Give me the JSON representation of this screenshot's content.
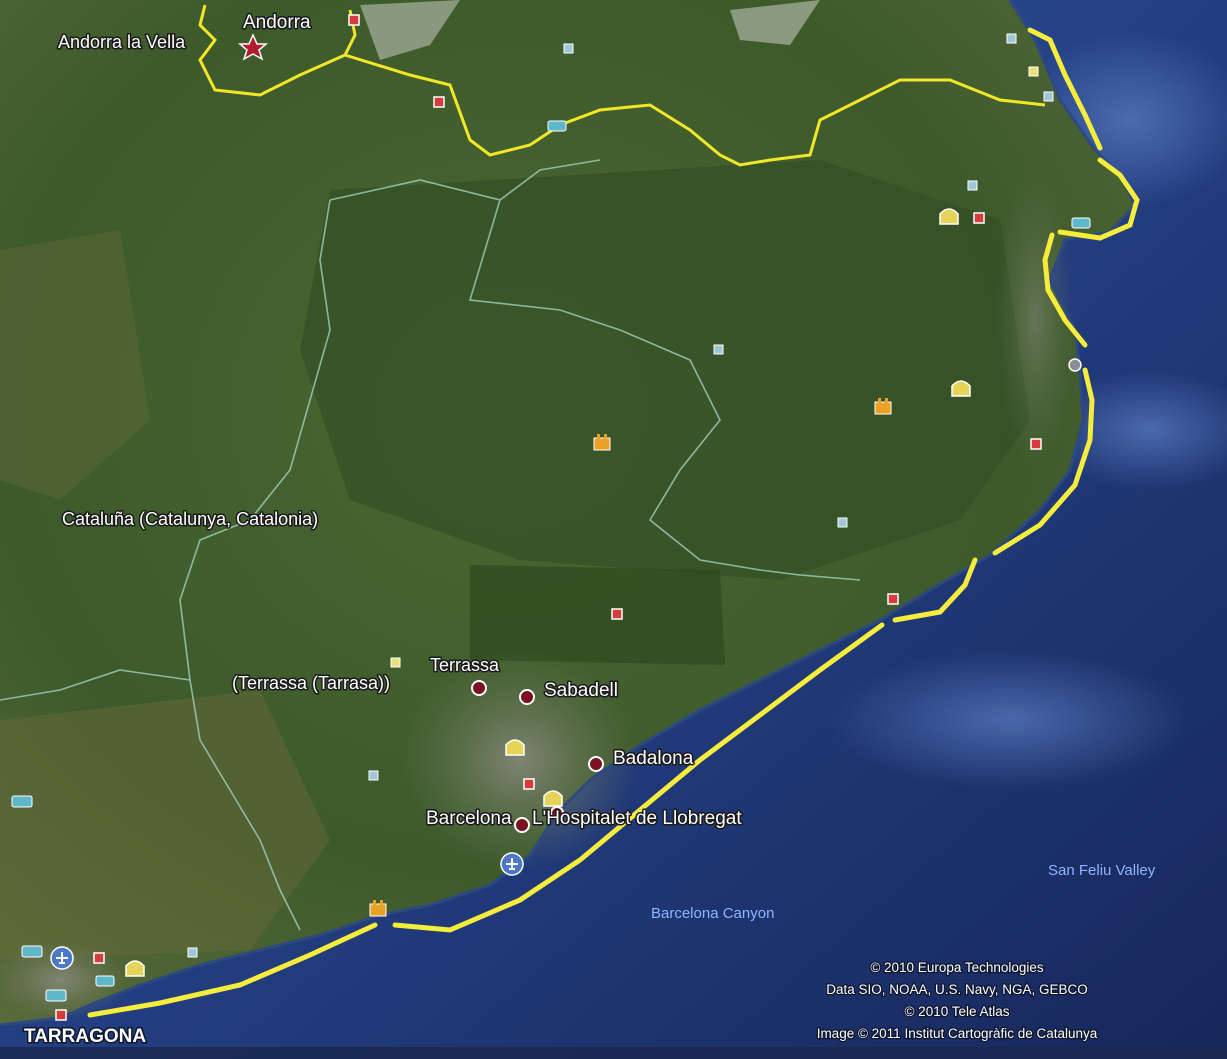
{
  "map": {
    "places": {
      "andorra": "Andorra",
      "andorra_la_vella": "Andorra la Vella",
      "catalonia": "Cataluña (Catalunya, Catalonia)",
      "terrassa": "Terrassa",
      "terrassa_alt": "(Terrassa (Tarrasa))",
      "sabadell": "Sabadell",
      "badalona": "Badalona",
      "barcelona": "Barcelona",
      "hospitalet": "L'Hospitalet de Llobregat",
      "tarragona": "TARRAGONA"
    },
    "undersea": {
      "san_feliu": "San Feliu Valley",
      "barcelona_canyon": "Barcelona Canyon"
    },
    "credits": [
      "© 2010 Europa Technologies",
      "Data SIO, NOAA, U.S. Navy, NGA, GEBCO",
      "© 2010 Tele Atlas",
      "Image © 2011 Institut Cartogràfic de Catalunya"
    ],
    "colors": {
      "route": "#f5ec3c",
      "border": "#f2e629",
      "sea": "#1f3a78",
      "land": "#3e5a2c"
    }
  }
}
